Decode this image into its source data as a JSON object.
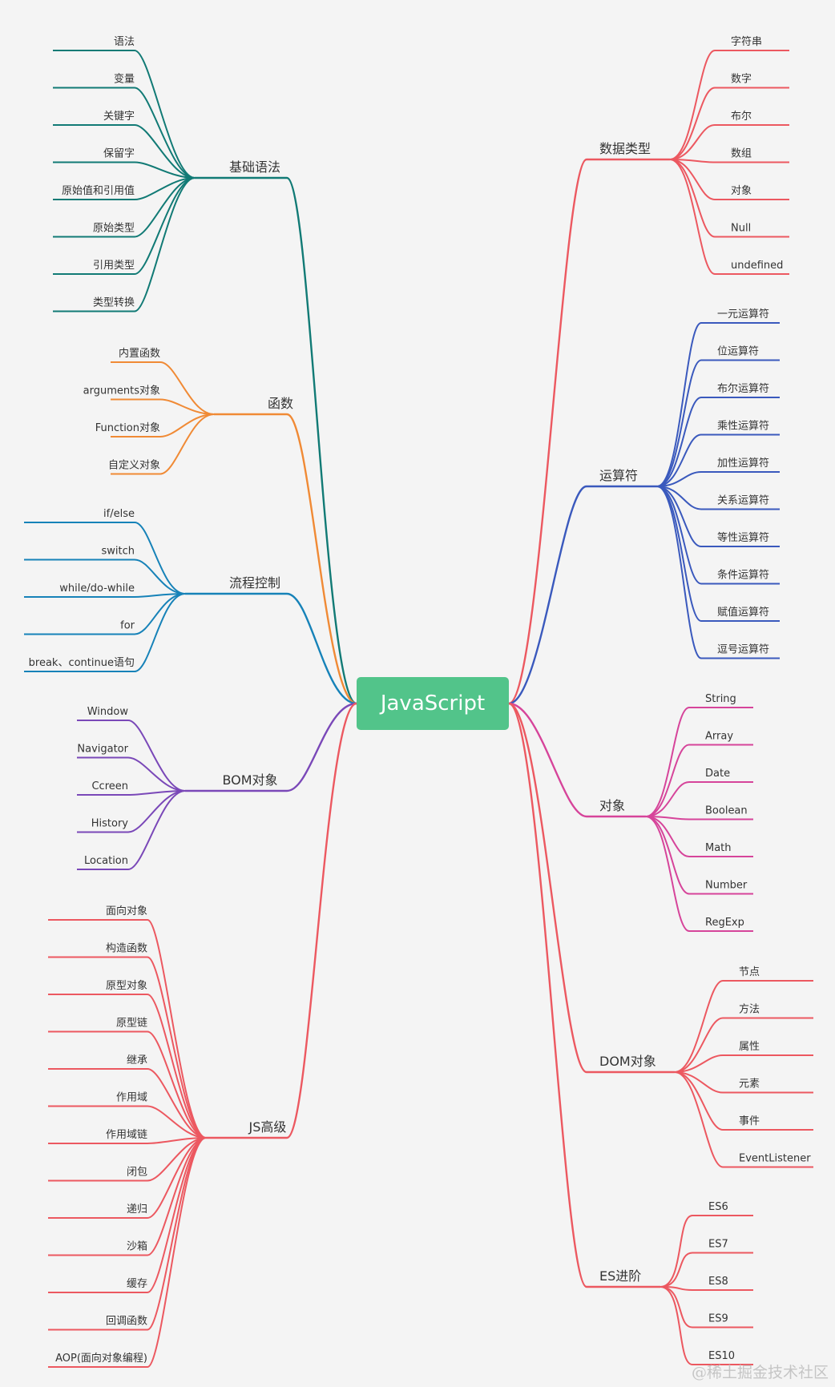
{
  "root": "JavaScript",
  "watermark": "@稀土掘金技术社区",
  "branches": [
    {
      "label": "基础语法",
      "color": "#117a75",
      "side": "left",
      "leaves": [
        "语法",
        "变量",
        "关键字",
        "保留字",
        "原始值和引用值",
        "原始类型",
        "引用类型",
        "类型转换"
      ]
    },
    {
      "label": "函数",
      "color": "#f08a35",
      "side": "left",
      "leaves": [
        "内置函数",
        "arguments对象",
        "Function对象",
        "自定义对象"
      ]
    },
    {
      "label": "流程控制",
      "color": "#1682b8",
      "side": "left",
      "leaves": [
        "if/else",
        "switch",
        "while/do-while",
        "for",
        "break、continue语句"
      ]
    },
    {
      "label": "BOM对象",
      "color": "#7a48b8",
      "side": "left",
      "leaves": [
        "Window",
        "Navigator",
        "Ccreen",
        "History",
        "Location"
      ]
    },
    {
      "label": "JS高级",
      "color": "#ec5860",
      "side": "left",
      "leaves": [
        "面向对象",
        "构造函数",
        "原型对象",
        "原型链",
        "继承",
        "作用域",
        "作用域链",
        "闭包",
        "递归",
        "沙箱",
        "缓存",
        "回调函数",
        "AOP(面向对象编程)"
      ]
    },
    {
      "label": "数据类型",
      "color": "#ec5860",
      "side": "right",
      "leaves": [
        "字符串",
        "数字",
        "布尔",
        "数组",
        "对象",
        "Null",
        "undefined"
      ]
    },
    {
      "label": "运算符",
      "color": "#3a59bd",
      "side": "right",
      "leaves": [
        "一元运算符",
        "位运算符",
        "布尔运算符",
        "乘性运算符",
        "加性运算符",
        "关系运算符",
        "等性运算符",
        "条件运算符",
        "赋值运算符",
        "逗号运算符"
      ]
    },
    {
      "label": "对象",
      "color": "#d6449a",
      "side": "right",
      "leaves": [
        "String",
        "Array",
        "Date",
        "Boolean",
        "Math",
        "Number",
        "RegExp"
      ]
    },
    {
      "label": "DOM对象",
      "color": "#ec5860",
      "side": "right",
      "leaves": [
        "节点",
        "方法",
        "属性",
        "元素",
        "事件",
        "EventListener"
      ]
    },
    {
      "label": "ES进阶",
      "color": "#ec5860",
      "side": "right",
      "leaves": [
        "ES6",
        "ES7",
        "ES8",
        "ES9",
        "ES10"
      ]
    }
  ]
}
